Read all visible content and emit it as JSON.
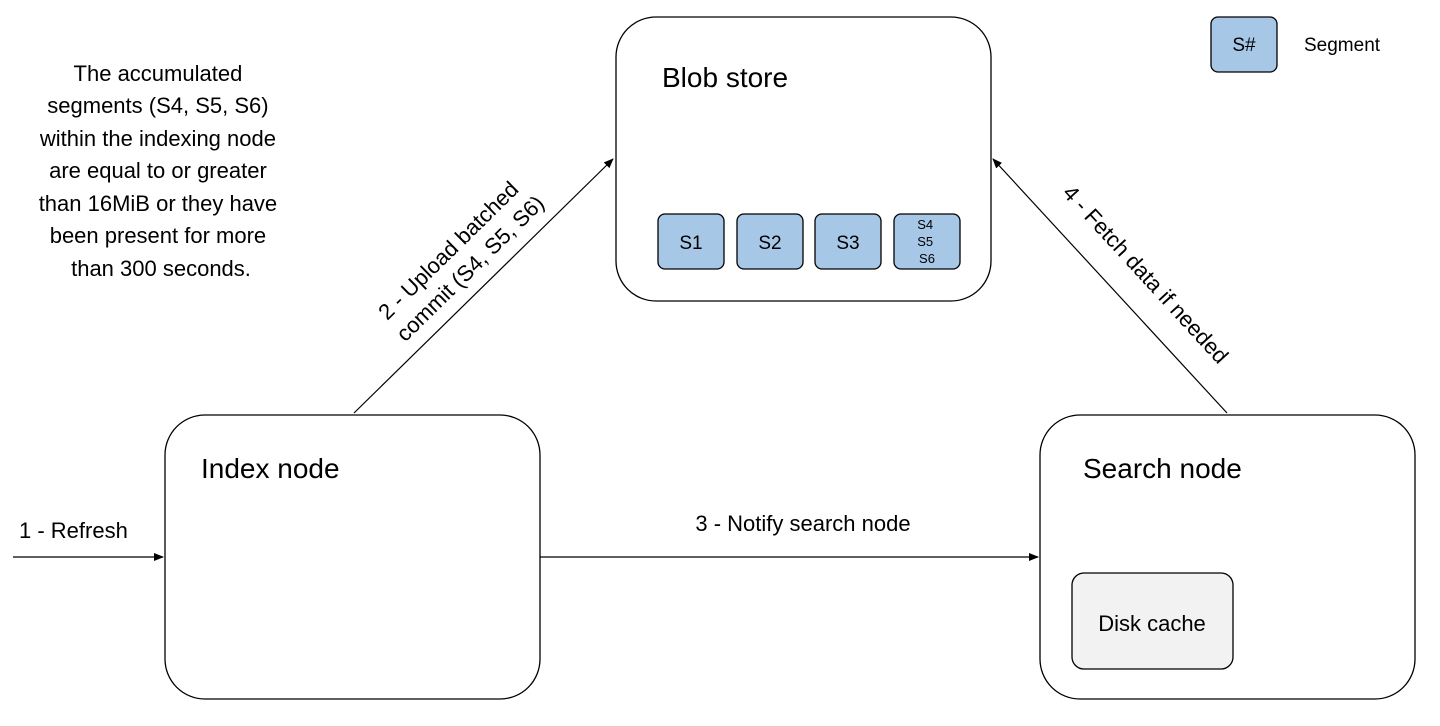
{
  "legend": {
    "swatch_label": "S#",
    "description": "Segment"
  },
  "note": {
    "lines": [
      "The accumulated",
      "segments (S4, S5, S6)",
      "within the indexing node",
      "are equal to or greater",
      "than 16MiB or they have",
      "been present for more",
      "than 300 seconds."
    ]
  },
  "blob_store": {
    "title": "Blob store",
    "segments": [
      "S1",
      "S2",
      "S3"
    ],
    "batched_segments": [
      "S4",
      "S5",
      "S6"
    ]
  },
  "index_node": {
    "title": "Index node"
  },
  "search_node": {
    "title": "Search node",
    "cache_label": "Disk cache"
  },
  "steps": {
    "refresh": "1 - Refresh",
    "upload_line1": "2 - Upload batched",
    "upload_line2": "commit (S4, S5, S6)",
    "notify": "3 - Notify search node",
    "fetch": "4 - Fetch data if needed"
  },
  "colors": {
    "segment_fill": "#a7c7e7",
    "cache_fill": "#f2f2f2",
    "stroke": "#000000"
  }
}
